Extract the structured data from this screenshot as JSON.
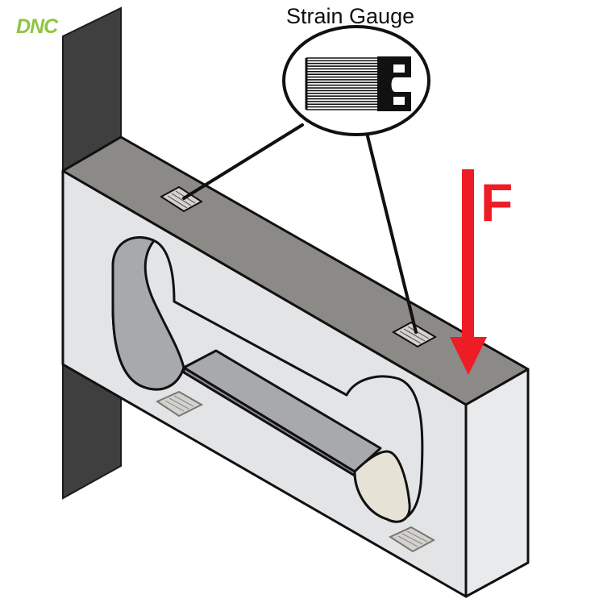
{
  "logo": {
    "text": "DNC",
    "color": "#8DC63F"
  },
  "labels": {
    "strain_gauge": "Strain Gauge",
    "force": "F"
  },
  "icons": {
    "logo": "logo-icon",
    "wall": "mounting-wall",
    "load_cell": "load-cell-body",
    "force_arrow": "force-arrow-icon",
    "magnifier": "strain-gauge-magnifier",
    "foil_pattern": "strain-gauge-foil-icon"
  },
  "colors": {
    "wall": "#3f3f3f",
    "top_face": "#8c8a86",
    "front_face": "#e2e4e6",
    "end_face": "#e8eaeb",
    "hole_inner": "#a8a9ad",
    "hole_floor": "#c9cacd",
    "hole_end": "#e6e2d6",
    "force": "#ee1c25",
    "outline": "#111111",
    "gauge_pad": "#d4d2cd"
  }
}
